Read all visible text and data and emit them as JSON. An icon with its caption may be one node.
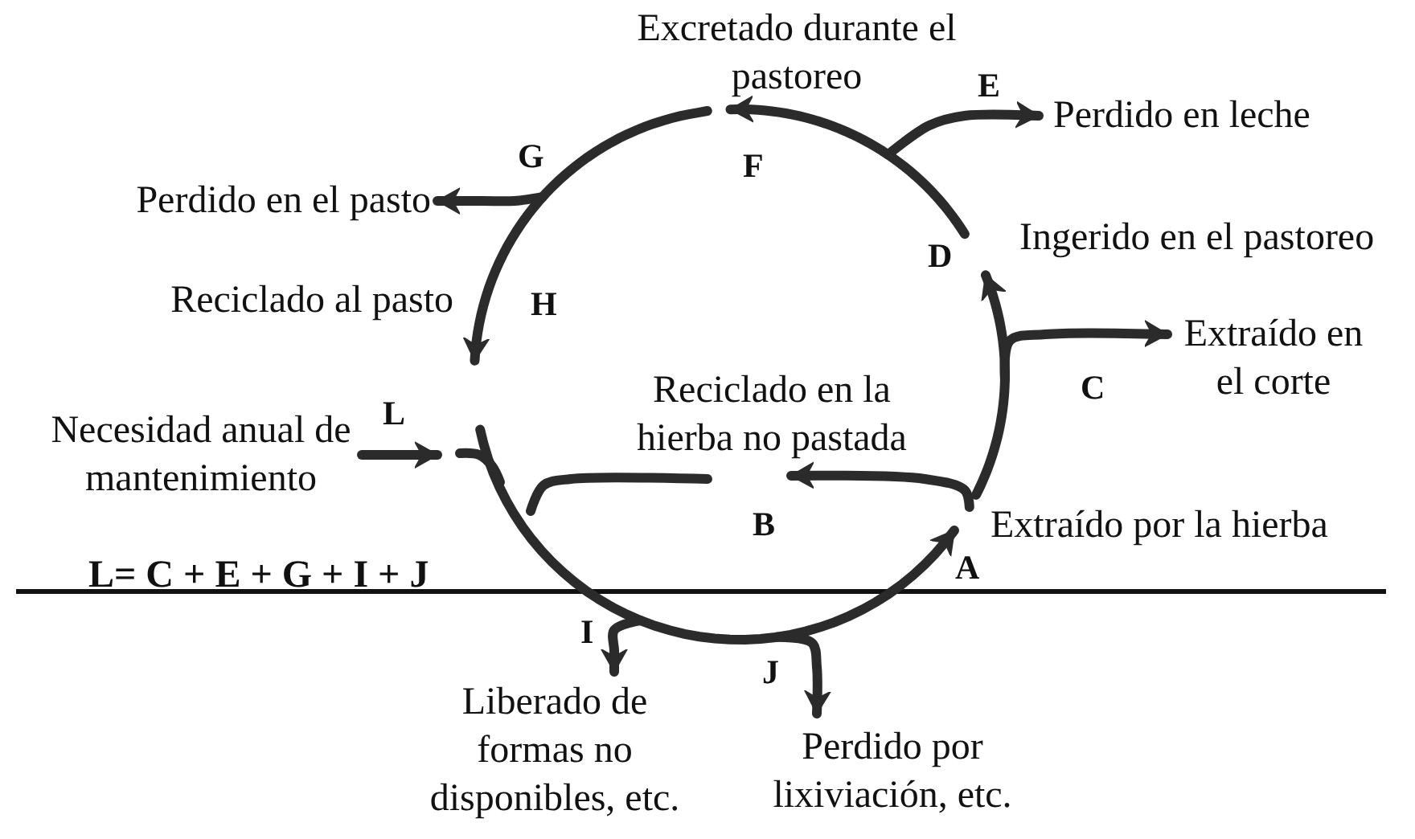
{
  "diagram": {
    "nodes": [
      {
        "text": [
          "Excretado durante el pastoreo"
        ]
      },
      {
        "text": [
          "Perdido en leche"
        ]
      },
      {
        "text": [
          "Perdido en el pasto"
        ]
      },
      {
        "text": [
          "Ingerido en el pastoreo"
        ]
      },
      {
        "text": [
          "Reciclado al pasto"
        ]
      },
      {
        "text": [
          "Extraído en el corte"
        ]
      },
      {
        "text": [
          "Reciclado en la hierba no pastada"
        ]
      },
      {
        "text": [
          "Necesidad anual de mantenimiento"
        ]
      },
      {
        "text": [
          "Extraído por la hierba"
        ]
      },
      {
        "text": [
          "Liberado de formas no disponibles, etc."
        ]
      },
      {
        "text": [
          "Perdido por lixiviación, etc."
        ]
      }
    ],
    "edges": [
      {
        "from": null,
        "to": 8,
        "arrow": "to",
        "label": "A"
      },
      {
        "from": 8,
        "to": 6,
        "arrow": "to",
        "label": "B"
      },
      {
        "from": null,
        "to": 5,
        "arrow": "to",
        "label": "C"
      },
      {
        "from": 8,
        "to": 3,
        "arrow": "to",
        "label": "D"
      },
      {
        "from": null,
        "to": 1,
        "arrow": "to",
        "label": "E"
      },
      {
        "from": 3,
        "to": 0,
        "arrow": "to",
        "label": "F"
      },
      {
        "from": null,
        "to": 2,
        "arrow": "to",
        "label": "G"
      },
      {
        "from": 0,
        "to": 4,
        "arrow": "to",
        "label": "H"
      },
      {
        "from": null,
        "to": 9,
        "arrow": "to",
        "label": "I"
      },
      {
        "from": null,
        "to": 10,
        "arrow": "to",
        "label": "J"
      },
      {
        "from": 7,
        "to": null,
        "arrow": "to",
        "label": "L"
      }
    ],
    "labels": [
      "L= C + E + G + I + J"
    ]
  }
}
